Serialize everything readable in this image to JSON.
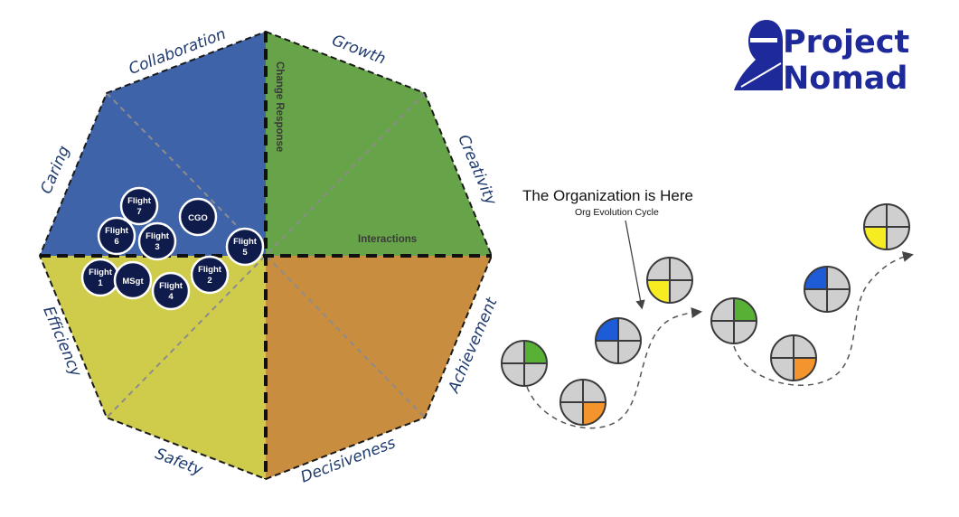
{
  "octagon": {
    "labels": {
      "collaboration": "Collaboration",
      "growth": "Growth",
      "caring": "Caring",
      "creativity": "Creativity",
      "efficiency": "Efficiency",
      "achievement": "Achievement",
      "safety": "Safety",
      "decisiveness": "Decisiveness"
    },
    "axes": {
      "change_response": "Change Response",
      "interactions": "Interactions"
    },
    "quadrant_colors": {
      "top_left": "#3f63a9",
      "top_right": "#67a349",
      "bottom_left": "#cfcb4b",
      "bottom_right": "#c98d3f"
    }
  },
  "tokens": [
    {
      "id": "flight7",
      "line1": "Flight",
      "line2": "7"
    },
    {
      "id": "cgo",
      "line1": "CGO",
      "line2": ""
    },
    {
      "id": "flight6",
      "line1": "Flight",
      "line2": "6"
    },
    {
      "id": "flight3",
      "line1": "Flight",
      "line2": "3"
    },
    {
      "id": "flight5",
      "line1": "Flight",
      "line2": "5"
    },
    {
      "id": "flight1",
      "line1": "Flight",
      "line2": "1"
    },
    {
      "id": "msgt",
      "line1": "MSgt",
      "line2": ""
    },
    {
      "id": "flight2",
      "line1": "Flight",
      "line2": "2"
    },
    {
      "id": "flight4",
      "line1": "Flight",
      "line2": "4"
    }
  ],
  "evolution": {
    "title": "The Organization is Here",
    "subtitle": "Org Evolution Cycle",
    "colors": {
      "green": "#58b135",
      "orange": "#f4942d",
      "blue": "#1e5bd6",
      "yellow": "#f7ec22",
      "gray": "#cfcfcf"
    }
  },
  "logo": {
    "line1": "Project",
    "line2": "Nomad",
    "color": "#1e2a9a"
  }
}
